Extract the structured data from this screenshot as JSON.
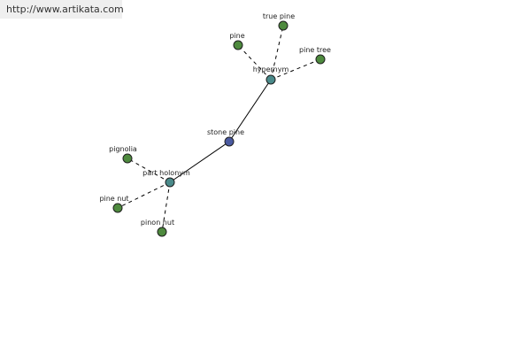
{
  "source": {
    "url_text": "http://www.artikata.com"
  },
  "graph": {
    "colors": {
      "root": "#4a5aa0",
      "relation": "#4a8a8a",
      "leaf": "#4e8a3e"
    },
    "nodes": {
      "stone_pine": {
        "label": "stone pine",
        "kind": "root"
      },
      "hypernym": {
        "label": "hypernym",
        "kind": "relation"
      },
      "part_holonym": {
        "label": "part holonym",
        "kind": "relation"
      },
      "pine": {
        "label": "pine",
        "kind": "leaf"
      },
      "true_pine": {
        "label": "true pine",
        "kind": "leaf"
      },
      "pine_tree": {
        "label": "pine tree",
        "kind": "leaf"
      },
      "pignolia": {
        "label": "pignolia",
        "kind": "leaf"
      },
      "pine_nut": {
        "label": "pine nut",
        "kind": "leaf"
      },
      "pinon_nut": {
        "label": "pinon nut",
        "kind": "leaf"
      }
    },
    "edges": [
      {
        "from": "stone_pine",
        "to": "hypernym",
        "style": "solid"
      },
      {
        "from": "stone_pine",
        "to": "part_holonym",
        "style": "solid"
      },
      {
        "from": "hypernym",
        "to": "pine",
        "style": "dashed"
      },
      {
        "from": "hypernym",
        "to": "true_pine",
        "style": "dashed"
      },
      {
        "from": "hypernym",
        "to": "pine_tree",
        "style": "dashed"
      },
      {
        "from": "part_holonym",
        "to": "pignolia",
        "style": "dashed"
      },
      {
        "from": "part_holonym",
        "to": "pine_nut",
        "style": "dashed"
      },
      {
        "from": "part_holonym",
        "to": "pinon_nut",
        "style": "dashed"
      }
    ]
  }
}
